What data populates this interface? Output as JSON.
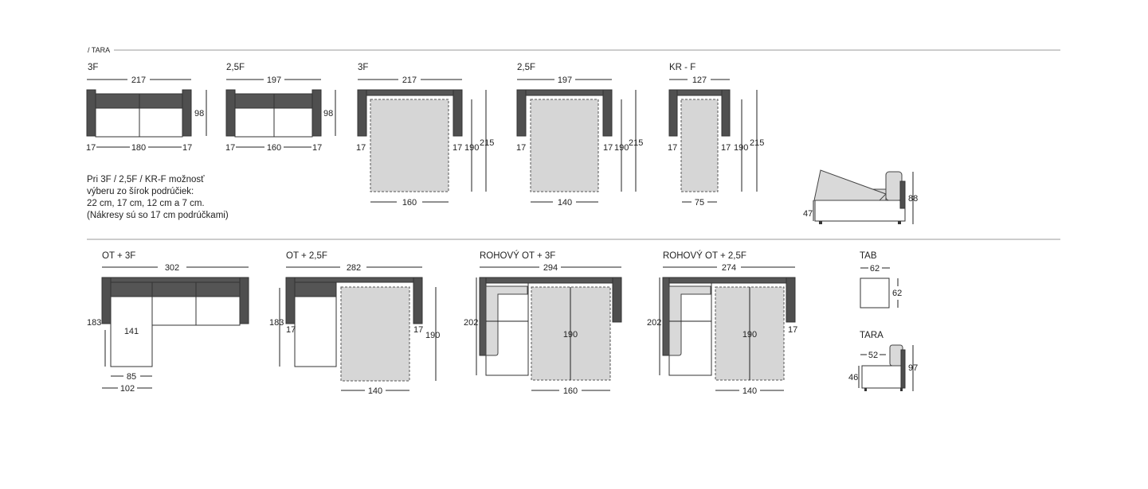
{
  "header": {
    "title": "/ TARA"
  },
  "row1": [
    {
      "id": "r1-3f",
      "label": "3F",
      "width": "217",
      "left": "17",
      "seat": "180",
      "right": "17",
      "depth": "98"
    },
    {
      "id": "r1-25f",
      "label": "2,5F",
      "width": "197",
      "left": "17",
      "seat": "160",
      "right": "17",
      "depth": "98"
    },
    {
      "id": "r1-3f-bed",
      "label": "3F",
      "width": "217",
      "left": "17",
      "right": "17",
      "bed_w": "160",
      "bed_l": "190",
      "total_l": "215"
    },
    {
      "id": "r1-25f-bed",
      "label": "2,5F",
      "width": "197",
      "left": "17",
      "right": "17",
      "bed_w": "140",
      "bed_l": "190",
      "total_l": "215"
    },
    {
      "id": "r1-krf-bed",
      "label": "KR - F",
      "width": "127",
      "left": "17",
      "right": "17",
      "bed_w": "75",
      "bed_l": "190",
      "total_l": "215"
    }
  ],
  "note": {
    "lines": [
      "Pri 3F / 2,5F / KR-F možnosť",
      "výberu zo šírok podrúčiek:",
      "22 cm, 17 cm, 12 cm a 7 cm.",
      "(Nákresy sú so 17 cm podrúčkami)"
    ]
  },
  "side_view": {
    "seat_h": "47",
    "total_h": "88"
  },
  "row2": {
    "ot3f": {
      "label": "OT + 3F",
      "width": "302",
      "depth": "183",
      "chaise_l": "141",
      "chaise_w": "85",
      "chaise_total": "102"
    },
    "ot25f": {
      "label": "OT + 2,5F",
      "width": "282",
      "depth": "183",
      "left": "17",
      "right": "17",
      "bed_l": "190",
      "bed_w": "140"
    },
    "rohovy3f": {
      "label": "ROHOVÝ OT + 3F",
      "width": "294",
      "depth": "202",
      "bed_l": "190",
      "bed_w": "160"
    },
    "rohovy25f": {
      "label": "ROHOVÝ OT + 2,5F",
      "width": "274",
      "depth": "202",
      "right": "17",
      "bed_l": "190",
      "bed_w": "140"
    },
    "tab": {
      "label": "TAB",
      "width": "62",
      "depth": "62"
    },
    "tara": {
      "label": "TARA",
      "seat_d": "52",
      "seat_h": "46",
      "total_h": "97"
    }
  }
}
